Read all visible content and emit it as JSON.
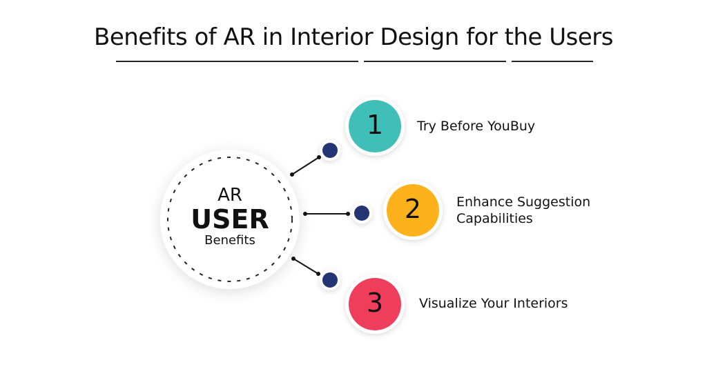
{
  "title": "Benefits of AR in Interior Design for the Users",
  "center": {
    "line1": "AR",
    "line2": "USER",
    "line3": "Benefits"
  },
  "benefits": [
    {
      "number": "1",
      "label": "Try Before YouBuy",
      "color": "#3fbfb7"
    },
    {
      "number": "2",
      "label_line1": "Enhance Suggestion",
      "label_line2": "Capabilities",
      "color": "#fdb21c"
    },
    {
      "number": "3",
      "label": "Visualize Your Interiors",
      "color": "#ef3e5c"
    }
  ],
  "connector_color": "#233473"
}
